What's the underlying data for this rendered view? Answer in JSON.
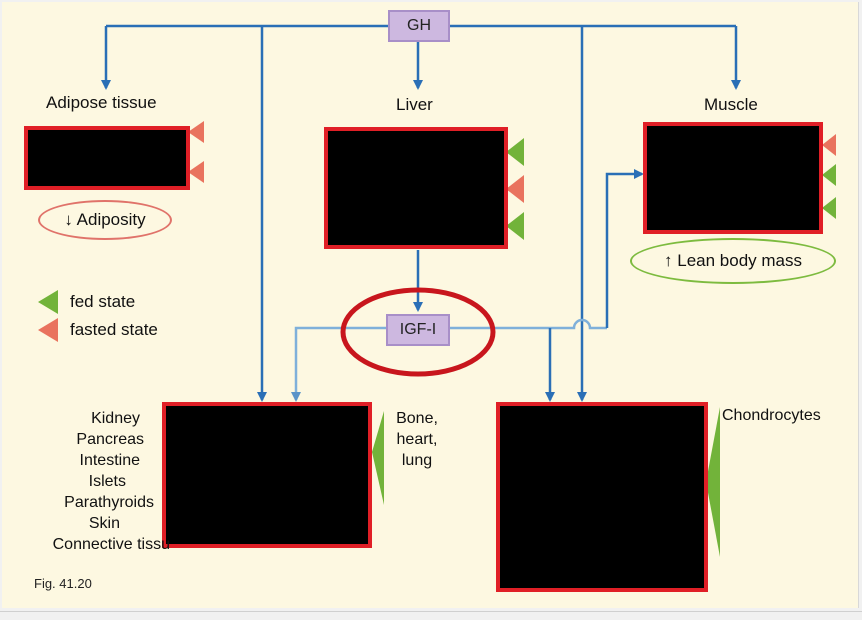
{
  "hormones": {
    "gh": "GH",
    "igf": "IGF-I"
  },
  "tissues": {
    "adipose": "Adipose tissue",
    "liver": "Liver",
    "muscle": "Muscle",
    "bone": [
      "Bone,",
      "heart,",
      "lung"
    ],
    "chondrocytes": "Chondrocytes",
    "other": [
      "Kidney",
      "Pancreas",
      "Intestine",
      "Islets",
      "Parathyroids",
      "Skin",
      "Connective tissu"
    ]
  },
  "effects": {
    "adiposity": "↓ Adiposity",
    "lean_mass": "↑ Lean body mass"
  },
  "legend": {
    "fed": "fed state",
    "fasted": "fasted state"
  },
  "colors": {
    "background": "#fdf8e1",
    "arrow_dark": "#2a6fb6",
    "arrow_light": "#7fb0da",
    "box_border": "#e01f26",
    "fed_green": "#72b33a",
    "fasted_red": "#e9735e",
    "hormone_fill": "#cdb8e0"
  },
  "figure_label": "Fig. 41.20"
}
